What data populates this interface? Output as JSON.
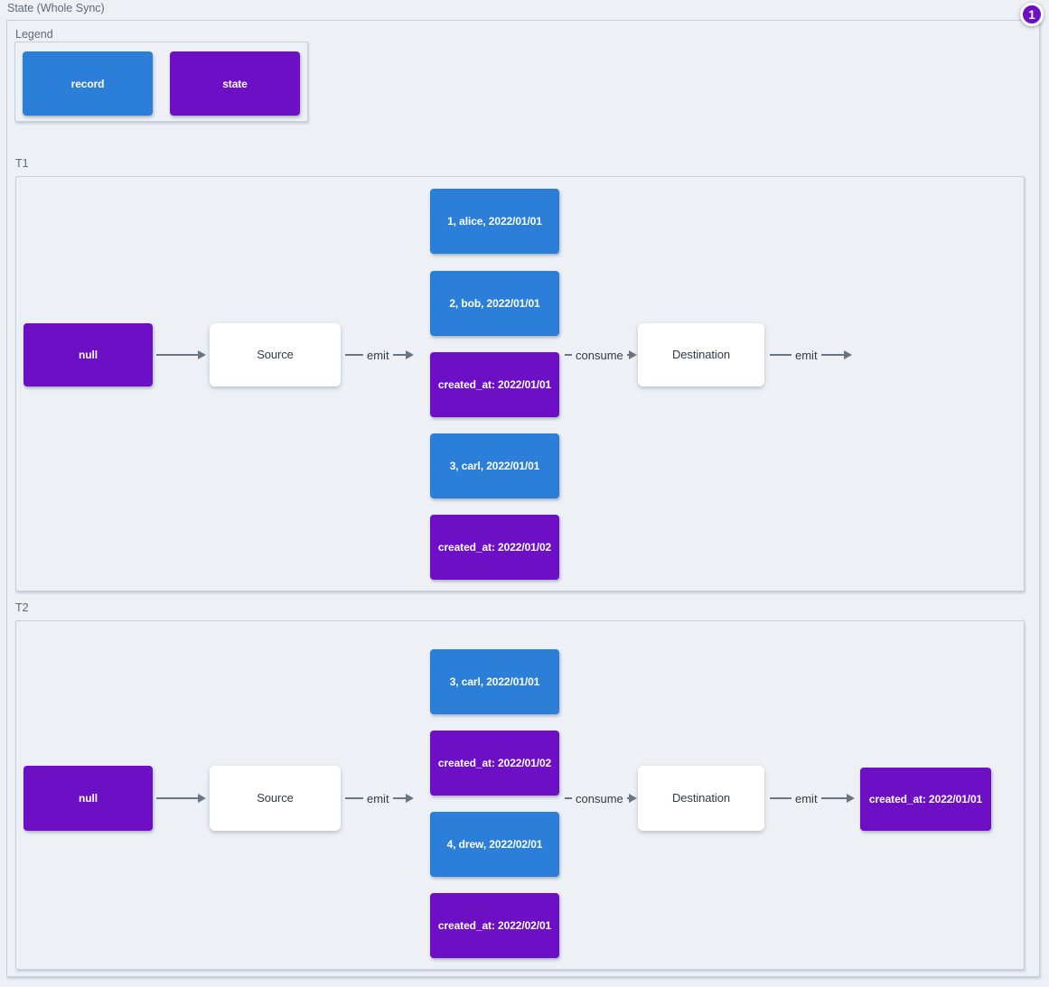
{
  "title": "State (Whole Sync)",
  "badge": "1",
  "colors": {
    "record": "#2b7fd9",
    "state": "#6d0fc4",
    "bg": "#edf1f5",
    "arrow": "#6b7684",
    "box-border": "#c6cfd9",
    "label-text": "#5e6b77",
    "dark-text": "#2e3b48"
  },
  "legend": {
    "label": "Legend",
    "items": [
      {
        "label": "record",
        "type": "record"
      },
      {
        "label": "state",
        "type": "state"
      }
    ]
  },
  "sections": [
    {
      "label": "T1",
      "null_node": "null",
      "source": "Source",
      "destination": "Destination",
      "edges": {
        "emit": "emit",
        "consume": "consume",
        "emit_out": "emit"
      },
      "stack": [
        {
          "text": "1, alice, 2022/01/01",
          "type": "record"
        },
        {
          "text": "2, bob, 2022/01/01",
          "type": "record"
        },
        {
          "text": "created_at: 2022/01/01",
          "type": "state"
        },
        {
          "text": "3, carl, 2022/01/01",
          "type": "record"
        },
        {
          "text": "created_at: 2022/01/02",
          "type": "state"
        }
      ],
      "output": null
    },
    {
      "label": "T2",
      "null_node": "null",
      "source": "Source",
      "destination": "Destination",
      "edges": {
        "emit": "emit",
        "consume": "consume",
        "emit_out": "emit"
      },
      "stack": [
        {
          "text": "3, carl, 2022/01/01",
          "type": "record"
        },
        {
          "text": "created_at: 2022/01/02",
          "type": "state"
        },
        {
          "text": "4, drew, 2022/02/01",
          "type": "record"
        },
        {
          "text": "created_at: 2022/02/01",
          "type": "state"
        }
      ],
      "output": {
        "text": "created_at: 2022/01/01",
        "type": "state"
      }
    }
  ]
}
